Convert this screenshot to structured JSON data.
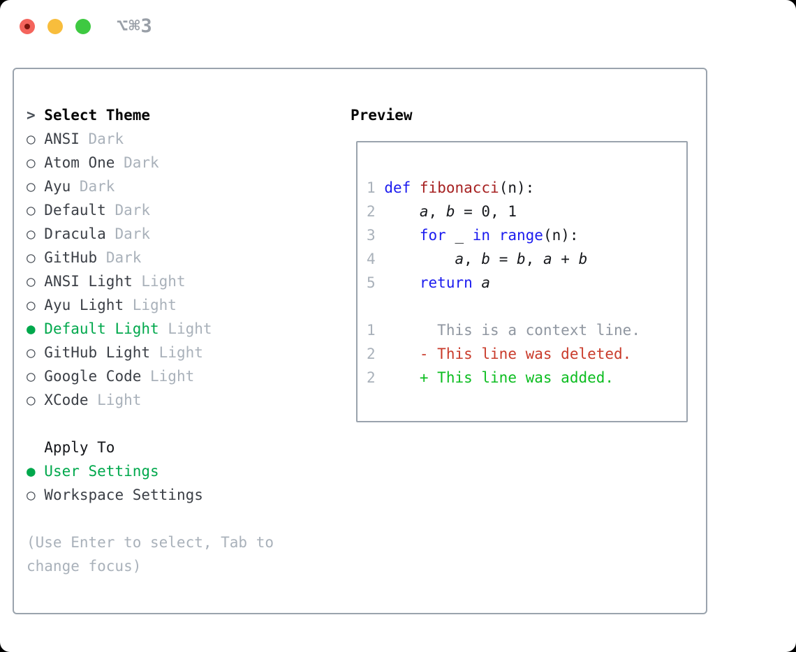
{
  "window": {
    "title": "⌥⌘3"
  },
  "icons": {
    "focus_marker": ">",
    "radio_unselected": "○",
    "radio_selected": "●"
  },
  "colors": {
    "accent_green": "#00a84c",
    "keyword_blue": "#1b1bef",
    "function_red": "#a62121",
    "diff_red": "#c93b2b",
    "diff_green": "#0cbd20",
    "muted_gray": "#a9b1ba",
    "border_gray": "#9aa3ad",
    "traffic_red": "#f4645c",
    "traffic_yellow": "#f8bd3c",
    "traffic_green": "#3ec941"
  },
  "left": {
    "header": "Select Theme",
    "themes": [
      {
        "name": "ANSI",
        "variant": "Dark",
        "selected": false
      },
      {
        "name": "Atom One",
        "variant": "Dark",
        "selected": false
      },
      {
        "name": "Ayu",
        "variant": "Dark",
        "selected": false
      },
      {
        "name": "Default",
        "variant": "Dark",
        "selected": false
      },
      {
        "name": "Dracula",
        "variant": "Dark",
        "selected": false
      },
      {
        "name": "GitHub",
        "variant": "Dark",
        "selected": false
      },
      {
        "name": "ANSI Light",
        "variant": "Light",
        "selected": false
      },
      {
        "name": "Ayu Light",
        "variant": "Light",
        "selected": false
      },
      {
        "name": "Default Light",
        "variant": "Light",
        "selected": true
      },
      {
        "name": "GitHub Light",
        "variant": "Light",
        "selected": false
      },
      {
        "name": "Google Code",
        "variant": "Light",
        "selected": false
      },
      {
        "name": "XCode",
        "variant": "Light",
        "selected": false
      }
    ],
    "apply_to": {
      "header": "Apply To",
      "options": [
        {
          "label": "User Settings",
          "selected": true
        },
        {
          "label": "Workspace Settings",
          "selected": false
        }
      ]
    },
    "hint_lines": [
      "(Use Enter to select, Tab to",
      "change focus)"
    ]
  },
  "preview": {
    "header": "Preview",
    "code_lines": [
      {
        "num": "1",
        "tokens": [
          {
            "t": "def",
            "c": "kw"
          },
          {
            "t": " "
          },
          {
            "t": "fibonacci",
            "c": "fn"
          },
          {
            "t": "(n):"
          }
        ]
      },
      {
        "num": "2",
        "tokens": [
          {
            "t": "    "
          },
          {
            "t": "a",
            "c": "id"
          },
          {
            "t": ", "
          },
          {
            "t": "b",
            "c": "id"
          },
          {
            "t": " = 0, 1"
          }
        ]
      },
      {
        "num": "3",
        "tokens": [
          {
            "t": "    "
          },
          {
            "t": "for",
            "c": "kw"
          },
          {
            "t": " _ "
          },
          {
            "t": "in",
            "c": "kw"
          },
          {
            "t": " "
          },
          {
            "t": "range",
            "c": "kw"
          },
          {
            "t": "(n):"
          }
        ]
      },
      {
        "num": "4",
        "tokens": [
          {
            "t": "        "
          },
          {
            "t": "a",
            "c": "id"
          },
          {
            "t": ", "
          },
          {
            "t": "b",
            "c": "id"
          },
          {
            "t": " = "
          },
          {
            "t": "b",
            "c": "id"
          },
          {
            "t": ", "
          },
          {
            "t": "a",
            "c": "id"
          },
          {
            "t": " + "
          },
          {
            "t": "b",
            "c": "id"
          }
        ]
      },
      {
        "num": "5",
        "tokens": [
          {
            "t": "    "
          },
          {
            "t": "return",
            "c": "kw"
          },
          {
            "t": " "
          },
          {
            "t": "a",
            "c": "id"
          }
        ]
      }
    ],
    "diff_lines": [
      {
        "num": "1",
        "type": "context",
        "text": "      This is a context line."
      },
      {
        "num": "2",
        "type": "deleted",
        "text": "    - This line was deleted."
      },
      {
        "num": "2",
        "type": "added",
        "text": "    + This line was added."
      }
    ]
  }
}
